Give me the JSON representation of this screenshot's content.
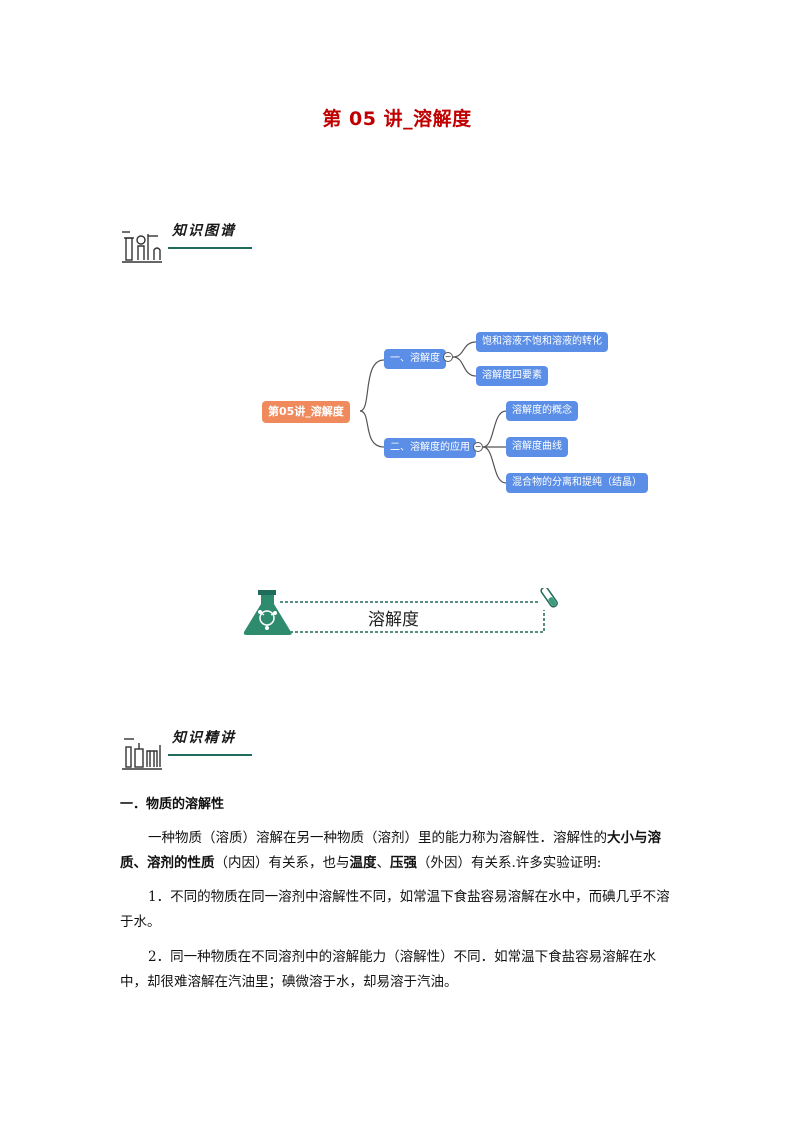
{
  "document": {
    "title": "第 05 讲_溶解度"
  },
  "section_map": {
    "label": "知识图谱"
  },
  "mind_map": {
    "root": "第05讲_溶解度",
    "branches": [
      {
        "label": "一、溶解度",
        "children": [
          "饱和溶液不饱和溶液的转化",
          "溶解度四要素"
        ]
      },
      {
        "label": "二、溶解度的应用",
        "children": [
          "溶解度的概念",
          "溶解度曲线",
          "混合物的分离和提纯（结晶）"
        ]
      }
    ],
    "collapse_symbol": "−"
  },
  "banner": {
    "title": "溶解度"
  },
  "section_detail": {
    "label": "知识精讲"
  },
  "content": {
    "heading": "一．物质的溶解性",
    "p1": {
      "a": "一种物质（溶质）溶解在另一种物质（溶剂）里的能力称为溶解性．溶解性的",
      "b": "大小与溶质、溶剂的性质",
      "c": "（内因）有关系，也与",
      "d": "温度",
      "e": "、",
      "f": "压强",
      "g": "（外因）有关系.许多实验证明:"
    },
    "p2": "1．不同的物质在同一溶剂中溶解性不同，如常温下食盐容易溶解在水中，而碘几乎不溶于水。",
    "p3": "2．同一种物质在不同溶剂中的溶解能力（溶解性）不同．如常温下食盐容易溶解在水中，却很难溶解在汽油里；碘微溶于水，却易溶于汽油。"
  },
  "colors": {
    "title": "#c00000",
    "root_node": "#f08a5d",
    "branch_node": "#5b8ee6",
    "accent_green": "#1f6b5c"
  }
}
